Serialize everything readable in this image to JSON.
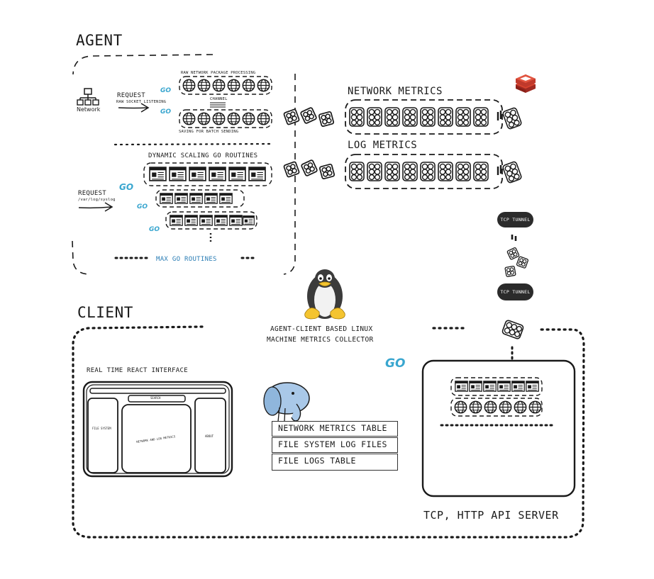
{
  "agent": {
    "title": "AGENT",
    "network_label": "Network",
    "request_1": "REQUEST",
    "request_1_sub": "RAW SOCKET LISTENING",
    "raw_packet": "RAW NETWORK PACKAGE PROCESSING",
    "channel": "CHANNEL",
    "saving_batch": "SAVING FOR BATCH SENDING",
    "dynamic_scaling": "DYNAMIC SCALING GO ROUTINES",
    "request_2": "REQUEST",
    "request_2_sub": "/var/log/syslog",
    "max_routines": "MAX GO ROUTINES"
  },
  "metrics": {
    "network": "NETWORK METRICS",
    "log": "LOG METRICS"
  },
  "tunnel": {
    "top": "TCP TUNNEL",
    "bottom": "TCP TUNNEL"
  },
  "linux": {
    "line1": "AGENT-CLIENT BASED LINUX",
    "line2": "MACHINE METRICS COLLECTOR"
  },
  "client": {
    "title": "CLIENT",
    "react_interface": "REAL TIME REACT INTERFACE",
    "search": "SEARCH",
    "file_system": "FILE SYSTEM",
    "network_log_metrics": "NETWORK AND LOG METRICS",
    "about": "ABOUT",
    "tables": [
      "NETWORK METRICS TABLE",
      "FILE SYSTEM LOG FILES",
      "FILE LOGS TABLE"
    ],
    "server": "TCP, HTTP API SERVER"
  },
  "icons": {
    "go": "GO",
    "go_logo": "go-logo-icon",
    "network_tree": "network-tree-icon",
    "globe": "globe-icon",
    "document": "document-icon",
    "packet": "packet-icon",
    "redis": "redis-icon",
    "tux": "linux-penguin-icon",
    "postgres": "postgres-elephant-icon"
  },
  "colors": {
    "ink": "#1a1a1a",
    "go_blue": "#39a6cf",
    "max_blue": "#2a7db5",
    "redis_red": "#c0392b",
    "tux_yellow": "#f4c430",
    "pg_blue": "#a9c8e8",
    "tunnel_dark": "#2b2b2b"
  }
}
